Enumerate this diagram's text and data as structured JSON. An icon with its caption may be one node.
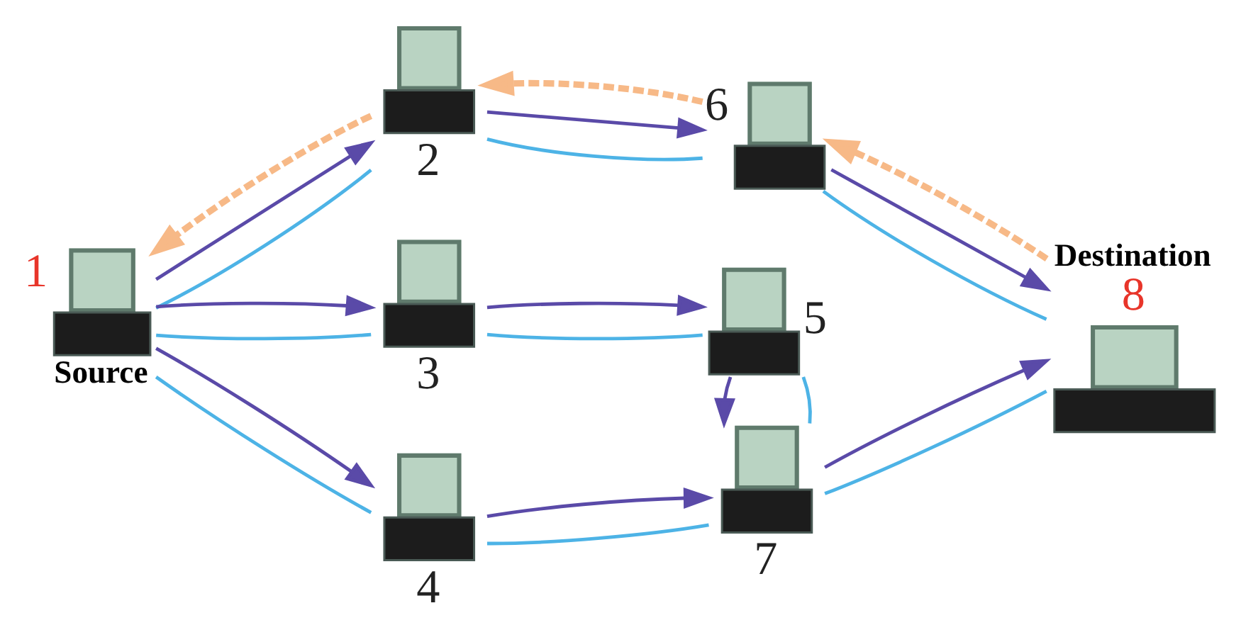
{
  "diagram": {
    "nodes": [
      {
        "text": [],
        "shape": "picture",
        "beside": [
          "1",
          "Source"
        ]
      },
      {
        "text": [],
        "shape": "picture",
        "beside": [
          "2"
        ]
      },
      {
        "text": [],
        "shape": "picture",
        "beside": [
          "3"
        ]
      },
      {
        "text": [],
        "shape": "picture",
        "beside": [
          "4"
        ]
      },
      {
        "text": [],
        "shape": "picture",
        "beside": [
          "5"
        ]
      },
      {
        "text": [],
        "shape": "picture",
        "beside": [
          "6"
        ]
      },
      {
        "text": [],
        "shape": "picture",
        "beside": [
          "7"
        ]
      },
      {
        "text": [],
        "shape": "picture",
        "beside": [
          "Destination",
          "8"
        ]
      }
    ],
    "edges": [
      {
        "from": 0,
        "to": 1,
        "arrow": "none",
        "color": "#4db3e6"
      },
      {
        "from": 0,
        "to": 2,
        "arrow": "none",
        "color": "#4db3e6"
      },
      {
        "from": 0,
        "to": 3,
        "arrow": "none",
        "color": "#4db3e6"
      },
      {
        "from": 1,
        "to": 5,
        "arrow": "none",
        "color": "#4db3e6"
      },
      {
        "from": 2,
        "to": 4,
        "arrow": "none",
        "color": "#4db3e6"
      },
      {
        "from": 4,
        "to": 6,
        "arrow": "none",
        "color": "#4db3e6"
      },
      {
        "from": 3,
        "to": 6,
        "arrow": "none",
        "color": "#4db3e6"
      },
      {
        "from": 5,
        "to": 7,
        "arrow": "none",
        "color": "#4db3e6"
      },
      {
        "from": 6,
        "to": 7,
        "arrow": "none",
        "color": "#4db3e6"
      },
      {
        "from": 0,
        "to": 1,
        "arrow": "to",
        "color": "#5a4aa8"
      },
      {
        "from": 0,
        "to": 2,
        "arrow": "to",
        "color": "#5a4aa8"
      },
      {
        "from": 0,
        "to": 3,
        "arrow": "to",
        "color": "#5a4aa8"
      },
      {
        "from": 1,
        "to": 5,
        "arrow": "to",
        "color": "#5a4aa8"
      },
      {
        "from": 2,
        "to": 4,
        "arrow": "to",
        "color": "#5a4aa8"
      },
      {
        "from": 4,
        "to": 6,
        "arrow": "to",
        "color": "#5a4aa8"
      },
      {
        "from": 3,
        "to": 6,
        "arrow": "to",
        "color": "#5a4aa8"
      },
      {
        "from": 5,
        "to": 7,
        "arrow": "to",
        "color": "#5a4aa8"
      },
      {
        "from": 6,
        "to": 7,
        "arrow": "to",
        "color": "#5a4aa8"
      },
      {
        "from": 7,
        "to": 5,
        "arrow": "to",
        "style": "dashed",
        "color": "#f7b987"
      },
      {
        "from": 5,
        "to": 1,
        "arrow": "to",
        "style": "dashed",
        "color": "#f7b987"
      },
      {
        "from": 1,
        "to": 0,
        "arrow": "to",
        "style": "dashed",
        "color": "#f7b987"
      }
    ]
  }
}
